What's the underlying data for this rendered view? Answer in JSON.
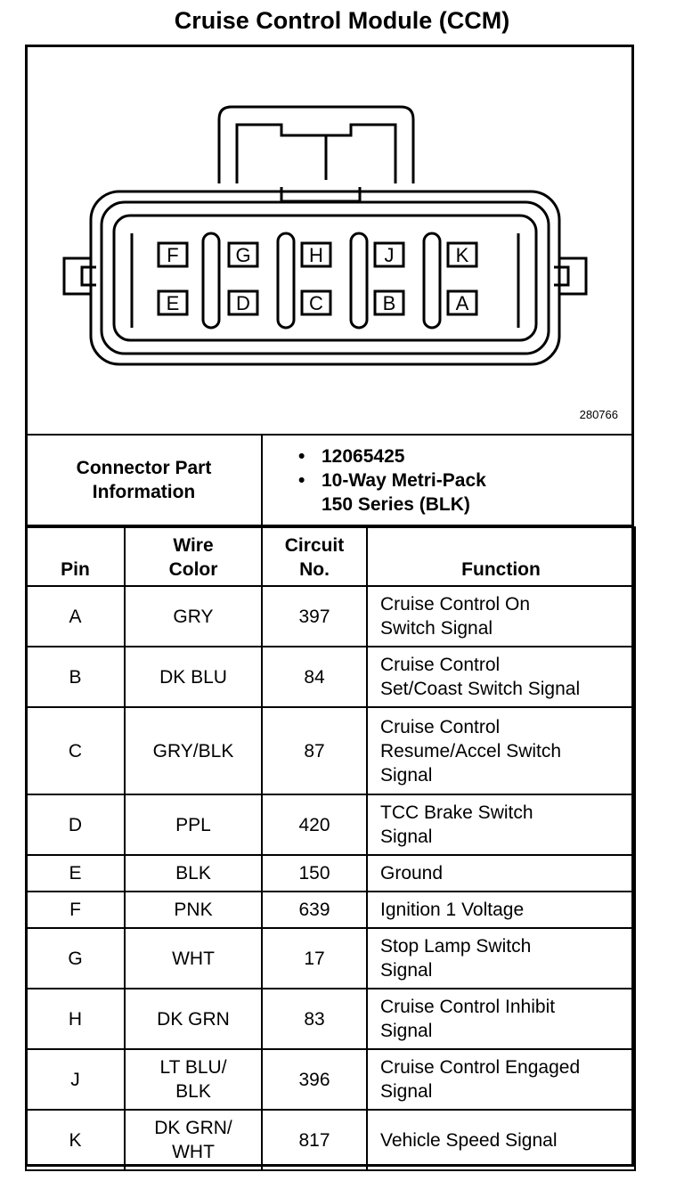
{
  "title": "Cruise Control Module (CCM)",
  "figure_number": "280766",
  "connector": {
    "cavities_top": [
      "F",
      "G",
      "H",
      "J",
      "K"
    ],
    "cavities_bottom": [
      "E",
      "D",
      "C",
      "B",
      "A"
    ]
  },
  "connector_info": {
    "label_line1": "Connector Part",
    "label_line2": "Information",
    "bullet": "•",
    "part_number": "12065425",
    "type_line1": "10-Way Metri-Pack",
    "type_line2": "150 Series (BLK)"
  },
  "headers": {
    "pin": "Pin",
    "wire_line1": "Wire",
    "wire_line2": "Color",
    "circuit_line1": "Circuit",
    "circuit_line2": "No.",
    "function": "Function"
  },
  "rows": [
    {
      "pin": "A",
      "wire": [
        "GRY"
      ],
      "circuit": "397",
      "function": [
        "Cruise Control On",
        "Switch Signal"
      ]
    },
    {
      "pin": "B",
      "wire": [
        "DK BLU"
      ],
      "circuit": "84",
      "function": [
        "Cruise Control",
        "Set/Coast Switch Signal"
      ]
    },
    {
      "pin": "C",
      "wire": [
        "GRY/BLK"
      ],
      "circuit": "87",
      "function": [
        "Cruise Control",
        "Resume/Accel Switch",
        "Signal"
      ]
    },
    {
      "pin": "D",
      "wire": [
        "PPL"
      ],
      "circuit": "420",
      "function": [
        "TCC Brake Switch",
        "Signal"
      ]
    },
    {
      "pin": "E",
      "wire": [
        "BLK"
      ],
      "circuit": "150",
      "function": [
        "Ground"
      ]
    },
    {
      "pin": "F",
      "wire": [
        "PNK"
      ],
      "circuit": "639",
      "function": [
        "Ignition 1 Voltage"
      ]
    },
    {
      "pin": "G",
      "wire": [
        "WHT"
      ],
      "circuit": "17",
      "function": [
        "Stop Lamp Switch",
        "Signal"
      ]
    },
    {
      "pin": "H",
      "wire": [
        "DK GRN"
      ],
      "circuit": "83",
      "function": [
        "Cruise Control Inhibit",
        "Signal"
      ]
    },
    {
      "pin": "J",
      "wire": [
        "LT BLU/",
        "BLK"
      ],
      "circuit": "396",
      "function": [
        "Cruise Control Engaged",
        "Signal"
      ]
    },
    {
      "pin": "K",
      "wire": [
        "DK GRN/",
        "WHT"
      ],
      "circuit": "817",
      "function": [
        "Vehicle Speed Signal"
      ]
    }
  ]
}
